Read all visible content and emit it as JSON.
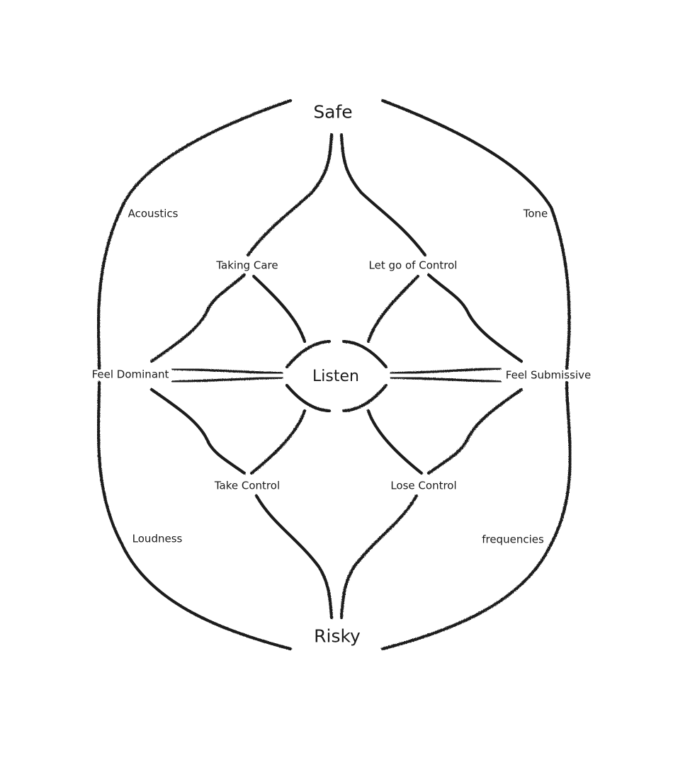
{
  "diagram": {
    "center": "Listen",
    "top": "Safe",
    "bottom": "Risky",
    "left": "Feel Dominant",
    "right": "Feel Submissive",
    "upper_left": "Taking Care",
    "upper_right": "Let go of Control",
    "lower_left": "Take Control",
    "lower_right": "Lose Control",
    "outer_upper_left": "Acoustics",
    "outer_upper_right": "Tone",
    "outer_lower_left": "Loudness",
    "outer_lower_right": "frequencies"
  },
  "colors": {
    "ink": "#1b1b1b",
    "background": "#ffffff"
  }
}
